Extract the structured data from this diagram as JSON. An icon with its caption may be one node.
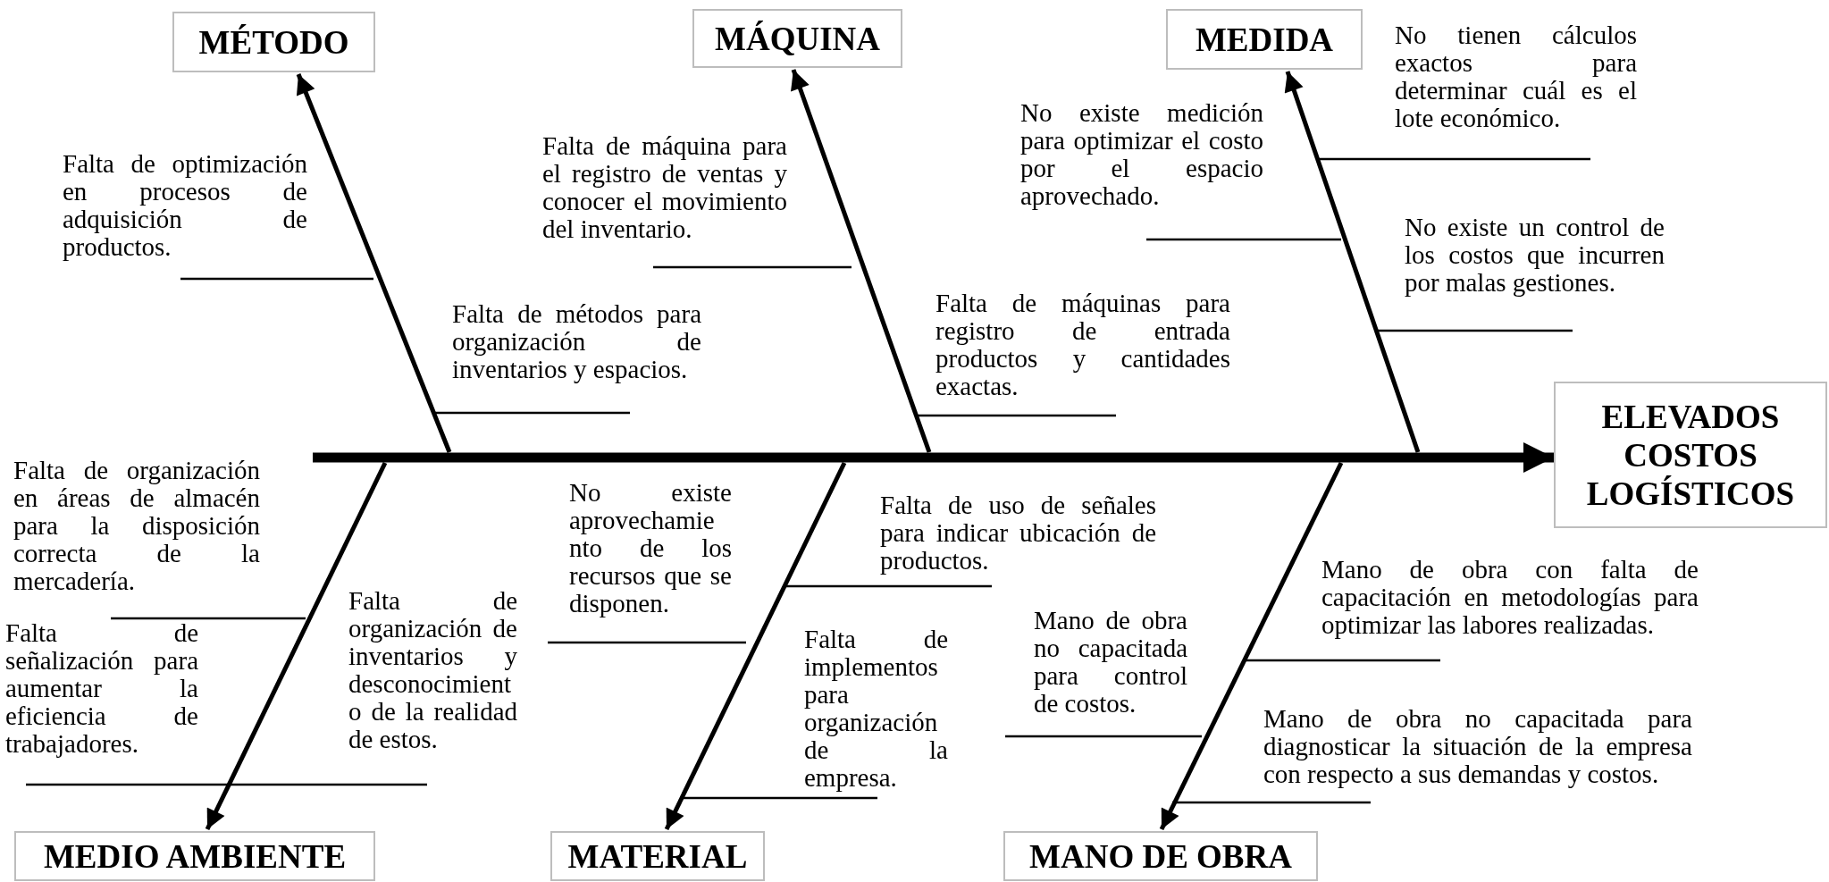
{
  "diagram": {
    "nodes": [
      {
        "text": [
          "MÉTODO"
        ]
      },
      {
        "text": [
          "MÁQUINA"
        ]
      },
      {
        "text": [
          "MEDIDA"
        ]
      },
      {
        "text": [
          "Falta de optimización en procesos de adquisición de productos."
        ]
      },
      {
        "text": [
          "Falta de máquina para el registro de ventas y conocer el movimiento del inventario."
        ]
      },
      {
        "text": [
          "No existe medición para optimizar el costo por el espacio aprovechado."
        ]
      },
      {
        "text": [
          "No tienen cálculos exactos para determinar cuál es el lote económico."
        ]
      },
      {
        "text": [
          "No existe un control de los costos que incurren por malas gestiones."
        ]
      },
      {
        "text": [
          "Falta de métodos para organización de inventarios y espacios."
        ]
      },
      {
        "text": [
          "Falta de máquinas para registro de entrada productos y cantidades exactas."
        ]
      },
      {
        "text": [
          "ELEVADOS COSTOS LOGÍSTICOS"
        ]
      },
      {
        "text": [
          "Falta de organización en áreas de almacén para la disposición correcta de la mercadería."
        ]
      },
      {
        "text": [
          "No existe aprovechamie nto de los recursos que se disponen."
        ]
      },
      {
        "text": [
          "Falta de uso de señales para indicar ubicación de productos."
        ]
      },
      {
        "text": [
          "Mano de obra con falta de capacitación en metodologías para optimizar las labores realizadas."
        ]
      },
      {
        "text": [
          "Falta de organización de inventarios y desconocimient o de la realidad de estos."
        ]
      },
      {
        "text": [
          "Mano de obra no capacitada para control de costos."
        ]
      },
      {
        "text": [
          "Falta de implementos para organización de la empresa."
        ]
      },
      {
        "text": [
          "Falta de señalización para aumentar la eficiencia de trabajadores."
        ]
      },
      {
        "text": [
          "Mano de obra no capacitada para diagnosticar la situación de la empresa con respecto a sus demandas y costos."
        ]
      },
      {
        "text": [
          "MEDIO AMBIENTE"
        ]
      },
      {
        "text": [
          "MATERIAL"
        ]
      },
      {
        "text": [
          "MANO DE OBRA"
        ]
      }
    ],
    "edges": [
      {
        "from": null,
        "to": 10,
        "arrow": "to",
        "style": "thick"
      },
      {
        "from": null,
        "to": 0,
        "arrow": "to"
      },
      {
        "from": null,
        "to": 1,
        "arrow": "to"
      },
      {
        "from": null,
        "to": 2,
        "arrow": "to"
      },
      {
        "from": null,
        "to": 20,
        "arrow": "to"
      },
      {
        "from": null,
        "to": 21,
        "arrow": "to"
      },
      {
        "from": null,
        "to": 22,
        "arrow": "to"
      },
      {
        "from": 3,
        "to": null,
        "arrow": "none"
      },
      {
        "from": 4,
        "to": null,
        "arrow": "none"
      },
      {
        "from": 5,
        "to": null,
        "arrow": "none"
      },
      {
        "from": 6,
        "to": null,
        "arrow": "none"
      },
      {
        "from": 7,
        "to": null,
        "arrow": "none"
      },
      {
        "from": 8,
        "to": null,
        "arrow": "none"
      },
      {
        "from": 9,
        "to": null,
        "arrow": "none"
      },
      {
        "from": 11,
        "to": null,
        "arrow": "none"
      },
      {
        "from": 12,
        "to": null,
        "arrow": "none"
      },
      {
        "from": 13,
        "to": null,
        "arrow": "none"
      },
      {
        "from": 14,
        "to": null,
        "arrow": "none"
      },
      {
        "from": 15,
        "to": null,
        "arrow": "none"
      },
      {
        "from": 16,
        "to": null,
        "arrow": "none"
      },
      {
        "from": 17,
        "to": null,
        "arrow": "none"
      },
      {
        "from": 18,
        "to": null,
        "arrow": "none"
      },
      {
        "from": 19,
        "to": null,
        "arrow": "none"
      }
    ]
  }
}
